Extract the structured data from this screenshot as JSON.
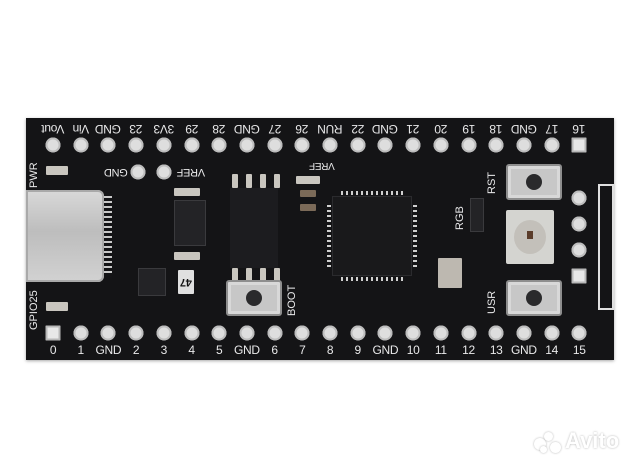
{
  "board": {
    "description": "Black RP2040 development board (Pico-style) with USB-C",
    "pcb_color": "#141416",
    "silkscreen_color": "#e9e9ea",
    "top_pins": [
      "Vout",
      "Vin",
      "GND",
      "23",
      "3V3",
      "29",
      "28",
      "GND",
      "27",
      "26",
      "RUN",
      "22",
      "GND",
      "21",
      "20",
      "19",
      "18",
      "GND",
      "17",
      "16"
    ],
    "top_pins_flipped_order": [
      "16",
      "17",
      "GND",
      "18",
      "19",
      "20",
      "21",
      "GND",
      "22",
      "RUN",
      "26",
      "27",
      "GND",
      "28",
      "29",
      "3V3",
      "23",
      "GND",
      "Vin",
      "Vout"
    ],
    "bottom_pins": [
      "0",
      "1",
      "GND",
      "2",
      "3",
      "4",
      "5",
      "GND",
      "6",
      "7",
      "8",
      "9",
      "GND",
      "10",
      "11",
      "12",
      "13",
      "GND",
      "14",
      "15"
    ],
    "side_labels": {
      "pwr": "PWR",
      "gpio25": "GPIO25",
      "gnd_inner": "GND",
      "vref_inner": "VREF",
      "vref_top": "VREF",
      "boot": "BOOT",
      "rst": "RST",
      "usr": "USR",
      "rgb": "RGB",
      "chip_marking": "47"
    }
  },
  "watermark": {
    "brand": "Avito"
  }
}
